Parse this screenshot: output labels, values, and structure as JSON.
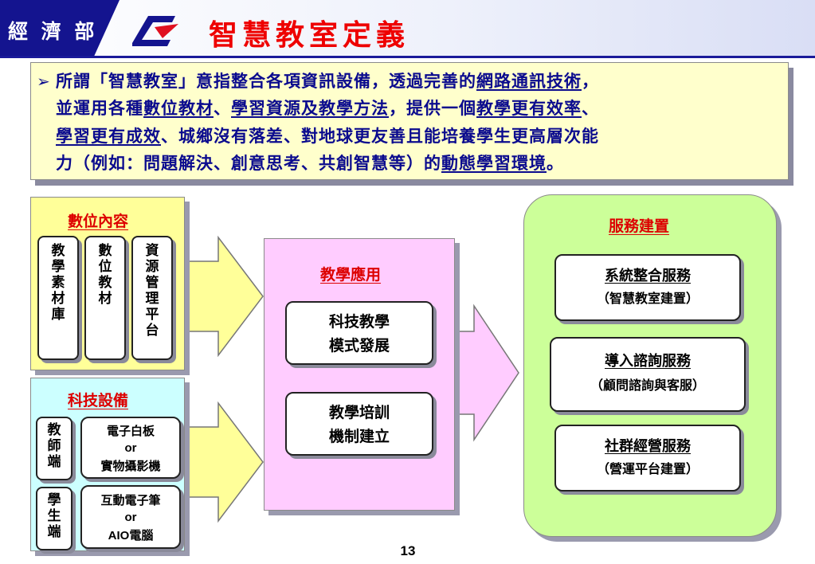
{
  "header": {
    "ministry": "經 濟 部",
    "title": "智慧教室定義",
    "colors": {
      "band": "#14148f",
      "title": "#ee0000",
      "logo_red": "#e01020"
    },
    "logo_icon": "ministry-emblem-icon"
  },
  "definition": {
    "bullet": "➢",
    "line1": [
      {
        "t": "所謂「智慧教室」意指整合各項資訊設備，透過完善的",
        "u": false
      },
      {
        "t": "網路通訊技術",
        "u": true
      },
      {
        "t": "，",
        "u": false
      }
    ],
    "line2": [
      {
        "t": "並運用各種",
        "u": false
      },
      {
        "t": "數位教材",
        "u": true
      },
      {
        "t": "、",
        "u": false
      },
      {
        "t": "學習資源及教學方法",
        "u": true
      },
      {
        "t": "，提供一個",
        "u": false
      },
      {
        "t": "教學更有效率",
        "u": true
      },
      {
        "t": "、",
        "u": false
      }
    ],
    "line3": [
      {
        "t": "學習更有成效",
        "u": true
      },
      {
        "t": "、城鄉沒有落差、對地球更友善且能培養學生更高層次能",
        "u": false
      }
    ],
    "line4": [
      {
        "t": "力（例如：問題解決、創意思考、共創智慧等）的",
        "u": false
      },
      {
        "t": "動態學習環境",
        "u": true
      },
      {
        "t": "。",
        "u": false
      }
    ]
  },
  "digital_content": {
    "title": "數位內容",
    "items": [
      {
        "chars": [
          "教",
          "學",
          "素",
          "材",
          "庫"
        ]
      },
      {
        "chars": [
          "數",
          "位",
          "教",
          "材"
        ]
      },
      {
        "chars": [
          "資",
          "源",
          "管",
          "理",
          "平",
          "台"
        ]
      }
    ]
  },
  "tech_equipment": {
    "title": "科技設備",
    "teacher_label": [
      "教",
      "師",
      "端"
    ],
    "student_label": [
      "學",
      "生",
      "端"
    ],
    "teacher_device": {
      "line1": "電子白板",
      "or": "or",
      "line2": "實物攝影機"
    },
    "student_device": {
      "line1": "互動電子筆",
      "or": "or",
      "line2_latin": "AIO",
      "line2_cjk": "電腦"
    }
  },
  "teaching_app": {
    "title": "教學應用",
    "items": [
      {
        "line1": "科技教學",
        "line2": "模式發展"
      },
      {
        "line1": "教學培訓",
        "line2": "機制建立"
      }
    ]
  },
  "services": {
    "title": "服務建置",
    "items": [
      {
        "line1": "系統整合服務",
        "line2": "（智慧教室建置）"
      },
      {
        "line1": "導入諮詢服務",
        "line2": "（顧問諮詢與客服）"
      },
      {
        "line1": "社群經營服務",
        "line2": "（營運平台建置）"
      }
    ]
  },
  "page_number": "13",
  "colors": {
    "yellow_panel": "#ffff99",
    "cyan_panel": "#ccffff",
    "pink_panel": "#ffccff",
    "green_panel": "#ccff99",
    "arrow_fill": "#ffff99",
    "pink_arrow_fill": "#ffccff"
  }
}
